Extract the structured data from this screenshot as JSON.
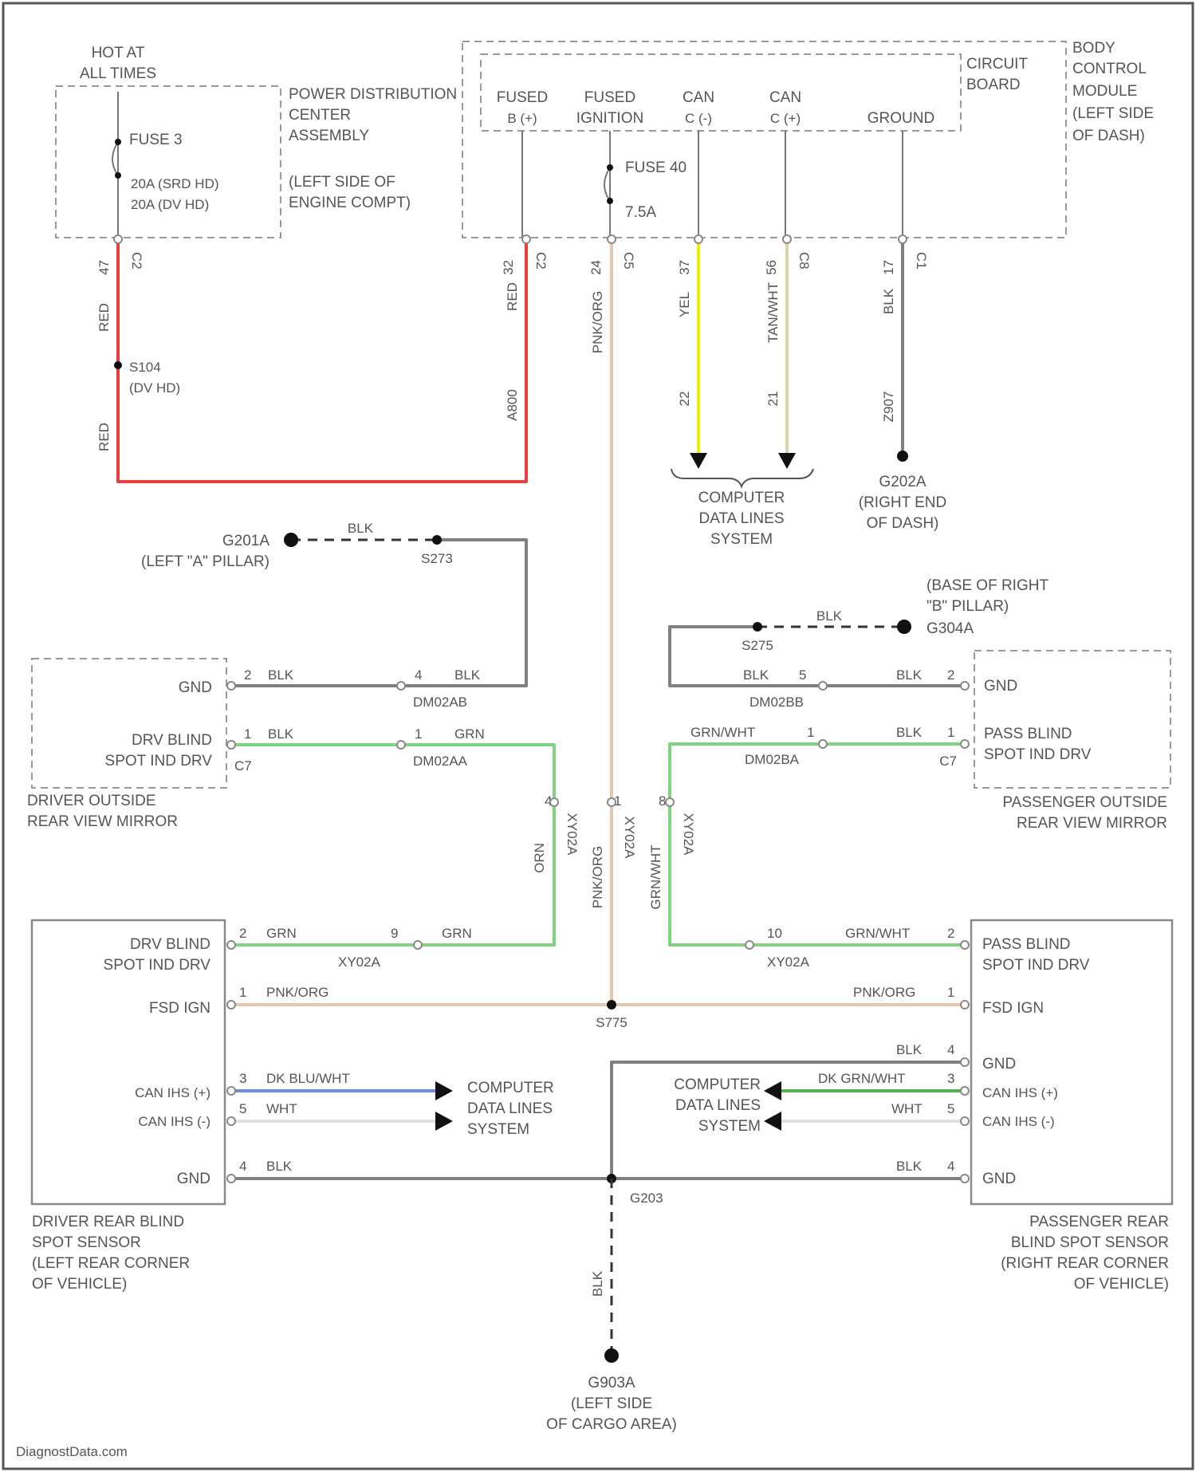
{
  "colors": {
    "red": "#e8403f",
    "pink_orange": "#e6c7ad",
    "yellow": "#f0f000",
    "tan_white": "#d9d5a8",
    "black": "#808080",
    "green": "#7ed47e",
    "dk_blue_white": "#6c8fd8",
    "white": "#e0e0e0",
    "dk_green_white": "#53b153"
  },
  "labels": {
    "hot_at_all_times_1": "HOT AT",
    "hot_at_all_times_2": "ALL TIMES",
    "fuse_3": "FUSE 3",
    "fuse_3_a": "20A (SRD HD)",
    "fuse_3_b": "20A (DV HD)",
    "pdc_1": "POWER DISTRIBUTION",
    "pdc_2": "CENTER",
    "pdc_3": "ASSEMBLY",
    "pdc_4": "(LEFT SIDE OF",
    "pdc_5": "ENGINE COMPT)",
    "fused_b_1": "FUSED",
    "fused_b_2": "B (+)",
    "fused_ign_1": "FUSED",
    "fused_ign_2": "IGNITION",
    "can_minus_1": "CAN",
    "can_minus_2": "C (-)",
    "can_plus_1": "CAN",
    "can_plus_2": "C (+)",
    "ground": "GROUND",
    "circuit_board_1": "CIRCUIT",
    "circuit_board_2": "BOARD",
    "bcm_1": "BODY",
    "bcm_2": "CONTROL",
    "bcm_3": "MODULE",
    "bcm_4": "(LEFT SIDE",
    "bcm_5": "OF DASH)",
    "fuse_40": "FUSE 40",
    "fuse_40_amp": "7.5A",
    "s104_1": "S104",
    "s104_2": "(DV HD)",
    "cdl_top_1": "COMPUTER",
    "cdl_top_2": "DATA LINES",
    "cdl_top_3": "SYSTEM",
    "g202a_1": "G202A",
    "g202a_2": "(RIGHT END",
    "g202a_3": "OF DASH)",
    "g201a_1": "G201A",
    "g201a_2": "(LEFT \"A\" PILLAR)",
    "s273": "S273",
    "base_right_1": "(BASE OF RIGHT",
    "base_right_2": "\"B\" PILLAR)",
    "g304a": "G304A",
    "s275": "S275",
    "drv_mirror_gnd": "GND",
    "drv_mirror_sig_1": "DRV BLIND",
    "drv_mirror_sig_2": "SPOT IND DRV",
    "drv_mirror_name_1": "DRIVER OUTSIDE",
    "drv_mirror_name_2": "REAR VIEW MIRROR",
    "pass_mirror_gnd": "GND",
    "pass_mirror_sig_1": "PASS BLIND",
    "pass_mirror_sig_2": "SPOT IND DRV",
    "pass_mirror_name_1": "PASSENGER OUTSIDE",
    "pass_mirror_name_2": "REAR VIEW MIRROR",
    "drs_sig_1": "DRV BLIND",
    "drs_sig_2": "SPOT IND DRV",
    "drs_fsd": "FSD IGN",
    "drs_canp": "CAN IHS (+)",
    "drs_canm": "CAN IHS (-)",
    "drs_gnd": "GND",
    "drs_name_1": "DRIVER REAR BLIND",
    "drs_name_2": "SPOT SENSOR",
    "drs_name_3": "(LEFT REAR CORNER",
    "drs_name_4": "OF VEHICLE)",
    "prs_sig_1": "PASS BLIND",
    "prs_sig_2": "SPOT IND DRV",
    "prs_fsd": "FSD IGN",
    "prs_gnd_top": "GND",
    "prs_canp": "CAN IHS (+)",
    "prs_canm": "CAN IHS (-)",
    "prs_gnd": "GND",
    "prs_name_1": "PASSENGER REAR",
    "prs_name_2": "BLIND SPOT SENSOR",
    "prs_name_3": "(RIGHT REAR CORNER",
    "prs_name_4": "OF VEHICLE)",
    "cdl_left_1": "COMPUTER",
    "cdl_left_2": "DATA LINES",
    "cdl_left_3": "SYSTEM",
    "cdl_right_1": "COMPUTER",
    "cdl_right_2": "DATA LINES",
    "cdl_right_3": "SYSTEM",
    "s775": "S775",
    "g203": "G203",
    "g903a_1": "G903A",
    "g903a_2": "(LEFT SIDE",
    "g903a_3": "OF CARGO AREA)",
    "watermark": "DiagnostData.com"
  },
  "wires": {
    "red_left_top": "RED",
    "red_left_bottom": "RED",
    "red_right_top": "RED",
    "red_right_bottom": "A800",
    "pnk_org_top": "PNK/ORG",
    "yel": "YEL",
    "tan_wht": "TAN/WHT",
    "blk_g202": "BLK",
    "num_yel": "22",
    "num_tan": "21",
    "num_blk": "Z907",
    "blk_g201": "BLK",
    "blk_g304": "BLK",
    "dm_gnd_left": "BLK",
    "dm_gnd_right": "BLK",
    "dm_sig_left": "BLK",
    "dm_sig_right": "GRN",
    "pm_gnd_left": "BLK",
    "pm_gnd_right": "BLK",
    "pm_sig_left": "GRN/WHT",
    "pm_sig_right": "BLK",
    "orn_vert": "ORN",
    "pnk_org_mid": "PNK/ORG",
    "grn_wht_vert": "GRN/WHT",
    "drs_sig_left": "GRN",
    "drs_sig_right": "GRN",
    "drs_fsd": "PNK/ORG",
    "drs_canp": "DK BLU/WHT",
    "drs_canm": "WHT",
    "drs_gnd": "BLK",
    "prs_sig": "GRN/WHT",
    "prs_fsd": "PNK/ORG",
    "prs_gnd_top": "BLK",
    "prs_canp": "DK GRN/WHT",
    "prs_canm": "WHT",
    "prs_gnd": "BLK",
    "blk_bottom": "BLK"
  },
  "connectors": {
    "c2_a": "C2",
    "c2_b": "C2",
    "c5": "C5",
    "c8": "C8",
    "c1": "C1",
    "c7_left": "C7",
    "c7_right": "C7",
    "dm_gnd_conn": "DM02AB",
    "dm_sig_conn": "DM02AA",
    "pm_gnd_conn": "DM02BB",
    "pm_sig_conn": "DM02BA",
    "x1_left": "XY02A",
    "x1_mid": "XY02A",
    "x1_right": "XY02A",
    "x2_left": "XY02A",
    "x2_right": "XY02A"
  },
  "pins": {
    "p47": "47",
    "p32": "32",
    "p24": "24",
    "p37": "37",
    "p56": "56",
    "p17": "17",
    "dm_gnd_mirror": "2",
    "dm_gnd_conn": "4",
    "dm_sig_mirror": "1",
    "dm_sig_conn": "1",
    "pm_gnd_mirror": "2",
    "pm_gnd_conn": "5",
    "pm_sig_mirror": "1",
    "pm_sig_conn": "1",
    "v_orn": "4",
    "v_pnk": "1",
    "v_grn": "8",
    "drs_sig": "2",
    "drs_sig_conn": "9",
    "drs_fsd": "1",
    "drs_canp": "3",
    "drs_canm": "5",
    "drs_gnd": "4",
    "prs_sig_conn": "10",
    "prs_sig": "2",
    "prs_fsd": "1",
    "prs_gnd_top": "4",
    "prs_canp": "3",
    "prs_canm": "5",
    "prs_gnd": "4"
  }
}
